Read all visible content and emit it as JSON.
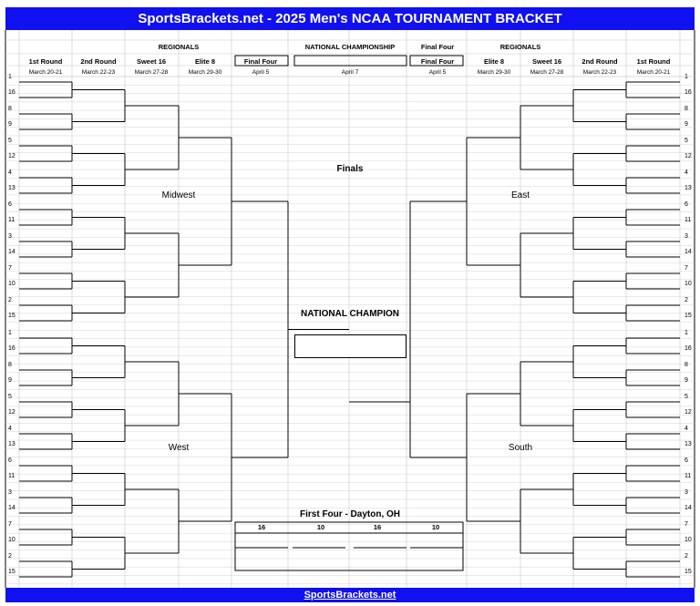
{
  "header": {
    "title": "SportsBrackets.net - 2025 Men's NCAA TOURNAMENT BRACKET"
  },
  "footer": {
    "link": "SportsBrackets.net"
  },
  "rounds_left": [
    {
      "name": "1st Round",
      "dates": "March 20-21"
    },
    {
      "name": "2nd Round",
      "dates": "March 22-23"
    },
    {
      "name": "Sweet 16",
      "dates": "March 27-28"
    },
    {
      "name": "Elite 8",
      "dates": "March 29-30"
    },
    {
      "name": "Final Four",
      "dates": "April 5"
    }
  ],
  "rounds_right": [
    {
      "name": "Final Four",
      "dates": "April 5"
    },
    {
      "name": "Elite 8",
      "dates": "March 29-30"
    },
    {
      "name": "Sweet 16",
      "dates": "March 27-28"
    },
    {
      "name": "2nd Round",
      "dates": "March 22-23"
    },
    {
      "name": "1st Round",
      "dates": "March 20-21"
    }
  ],
  "regionals_label": "REGIONALS",
  "national_championship": {
    "label": "NATIONAL CHAMPIONSHIP",
    "date": "April 7"
  },
  "finals_label": "Finals",
  "champion_label": "NATIONAL CHAMPION",
  "regions": {
    "top_left": "Midwest",
    "bottom_left": "West",
    "top_right": "East",
    "bottom_right": "South"
  },
  "seeds": [
    "1",
    "16",
    "8",
    "9",
    "5",
    "12",
    "4",
    "13",
    "6",
    "11",
    "3",
    "14",
    "7",
    "10",
    "2",
    "15"
  ],
  "first_four": {
    "title": "First Four - Dayton, OH",
    "seeds": [
      "16",
      "10",
      "16",
      "10"
    ]
  },
  "colors": {
    "banner": "#1010f0",
    "grid": "#c8c8c8"
  }
}
